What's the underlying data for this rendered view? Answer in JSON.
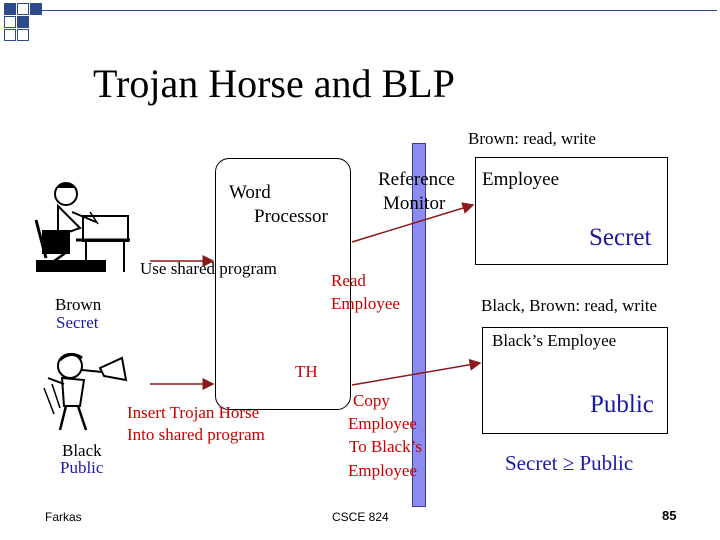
{
  "title": "Trojan Horse and BLP",
  "labels": {
    "brown_perms": "Brown: read, write",
    "reference_monitor_line1": "Reference",
    "reference_monitor_line2": "Monitor",
    "employee": "Employee",
    "word_processor_line1": "Word",
    "word_processor_line2": "Processor",
    "secret_level": "Secret",
    "use_shared_program": "Use shared program",
    "read_employee_line1": "Read",
    "read_employee_line2": "Employee",
    "brown_name": "Brown",
    "brown_level": "Secret",
    "black_brown_perms": "Black, Brown: read, write",
    "blacks_employee": "Black’s Employee",
    "th": "TH",
    "insert_trojan_line1": "Insert Trojan Horse",
    "insert_trojan_line2": "Into shared program",
    "copy_line1": "Copy",
    "copy_line2": "Employee",
    "copy_line3": "To Black’s",
    "copy_line4": "Employee",
    "public_level": "Public",
    "black_name": "Black",
    "black_level": "Public",
    "dominance": "Secret ≥ Public"
  },
  "footer": {
    "author": "Farkas",
    "course": "CSCE 824",
    "page_number": "85"
  },
  "colors": {
    "red_text": "#cc0000",
    "blue_text": "#1a1aa6",
    "reference_monitor_fill": "#8c8cf0",
    "arrow": "#8b1a1a"
  },
  "icons": [
    "corner-squares-decoration",
    "brown-user-clipart-icon",
    "black-user-clipart-icon"
  ]
}
